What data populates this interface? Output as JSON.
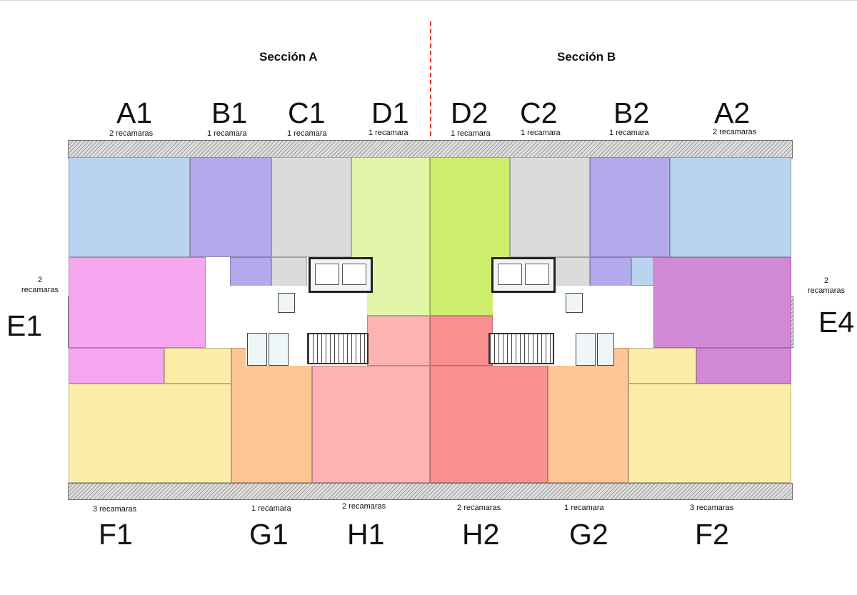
{
  "sections": {
    "a": "Sección A",
    "b": "Sección B"
  },
  "units": {
    "A1": {
      "code": "A1",
      "rooms": "2 recamaras"
    },
    "B1": {
      "code": "B1",
      "rooms": "1 recamara"
    },
    "C1": {
      "code": "C1",
      "rooms": "1 recamara"
    },
    "D1": {
      "code": "D1",
      "rooms": "1 recamara"
    },
    "D2": {
      "code": "D2",
      "rooms": "1 recamara"
    },
    "C2": {
      "code": "C2",
      "rooms": "1 recamara"
    },
    "B2": {
      "code": "B2",
      "rooms": "1 recamara"
    },
    "A2": {
      "code": "A2",
      "rooms": "2 recamaras"
    },
    "E1": {
      "code": "E1",
      "rooms_line1": "2",
      "rooms_line2": "recamaras"
    },
    "E4": {
      "code": "E4",
      "rooms_line1": "2",
      "rooms_line2": "recamaras"
    },
    "F1": {
      "code": "F1",
      "rooms": "3 recamaras"
    },
    "G1": {
      "code": "G1",
      "rooms": "1 recamara"
    },
    "H1": {
      "code": "H1",
      "rooms": "2 recamaras"
    },
    "H2": {
      "code": "H2",
      "rooms": "2 recamaras"
    },
    "G2": {
      "code": "G2",
      "rooms": "1 recamara"
    },
    "F2": {
      "code": "F2",
      "rooms": "3 recamaras"
    }
  },
  "colors": {
    "A": "#b9d4ef",
    "B": "#b3a9ec",
    "C": "#dcdada",
    "D1": "#e2f4a8",
    "D2": "#cdee6c",
    "E1": "#f6a6ee",
    "E4": "#d38ad6",
    "F": "#fbeca8",
    "G": "#fcc593",
    "H1": "#fcb3b1",
    "H2": "#f98f8f",
    "divider": "#e8321e"
  }
}
